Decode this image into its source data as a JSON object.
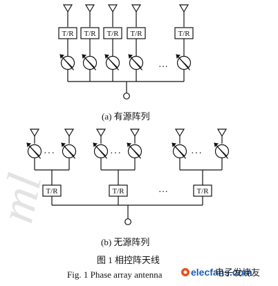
{
  "labels": {
    "tr": "T/R",
    "ellipsis": "…",
    "ellipsis_mid": "···"
  },
  "captions": {
    "active": "(a)  有源阵列",
    "passive": "(b)  无源阵列",
    "figure_cn": "图 1    相控阵天线",
    "figure_en": "Fig. 1    Phase array antenna"
  },
  "watermark": {
    "site": "elecfans.com",
    "cn": "电子发烧友",
    "side_text": "ml"
  },
  "colors": {
    "line": "#111111",
    "brand_orange": "#e8501c",
    "brand_blue": "#1a5fb4",
    "watermark_gray": "#e3e3e3"
  }
}
